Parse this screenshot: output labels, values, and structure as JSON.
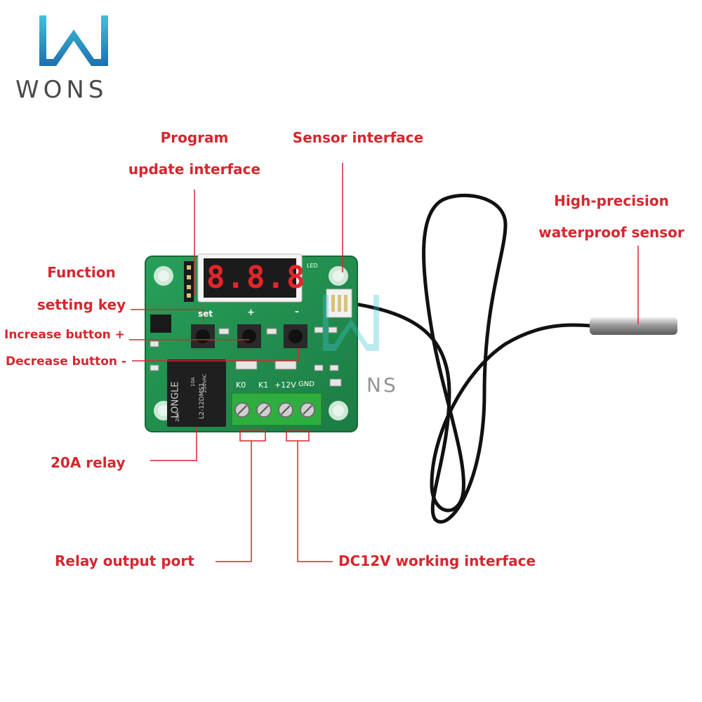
{
  "brand": {
    "name": "WONS",
    "watermark": "NS"
  },
  "labels": {
    "program_line1": "Program",
    "program_line2": "update interface",
    "sensor_interface": "Sensor interface",
    "sensor_line1": "High-precision",
    "sensor_line2": "waterproof sensor",
    "function_line1": "Function",
    "function_line2": "setting key",
    "increase": "Increase button +",
    "decrease": "Decrease button -",
    "relay": "20A relay",
    "relay_output": "Relay output port",
    "dc_interface": "DC12V working interface"
  },
  "board": {
    "display": "8.8.8",
    "key_set": "set",
    "key_plus": "+",
    "key_minus": "-",
    "led": "LED",
    "terminals": [
      "K0",
      "K1",
      "+12V",
      "GND"
    ],
    "relay_brand": "LONGLE",
    "relay_model": "L2-12DMS1",
    "relay_rating_1": "10A",
    "relay_rating_2": "250VAC",
    "relay_rating_3": "20A"
  },
  "colors": {
    "label": "#d7262e",
    "board": "#1f8a4a",
    "logo_top": "#3fc2d6",
    "logo_bottom": "#1e6fb0",
    "wire": "#111111"
  }
}
